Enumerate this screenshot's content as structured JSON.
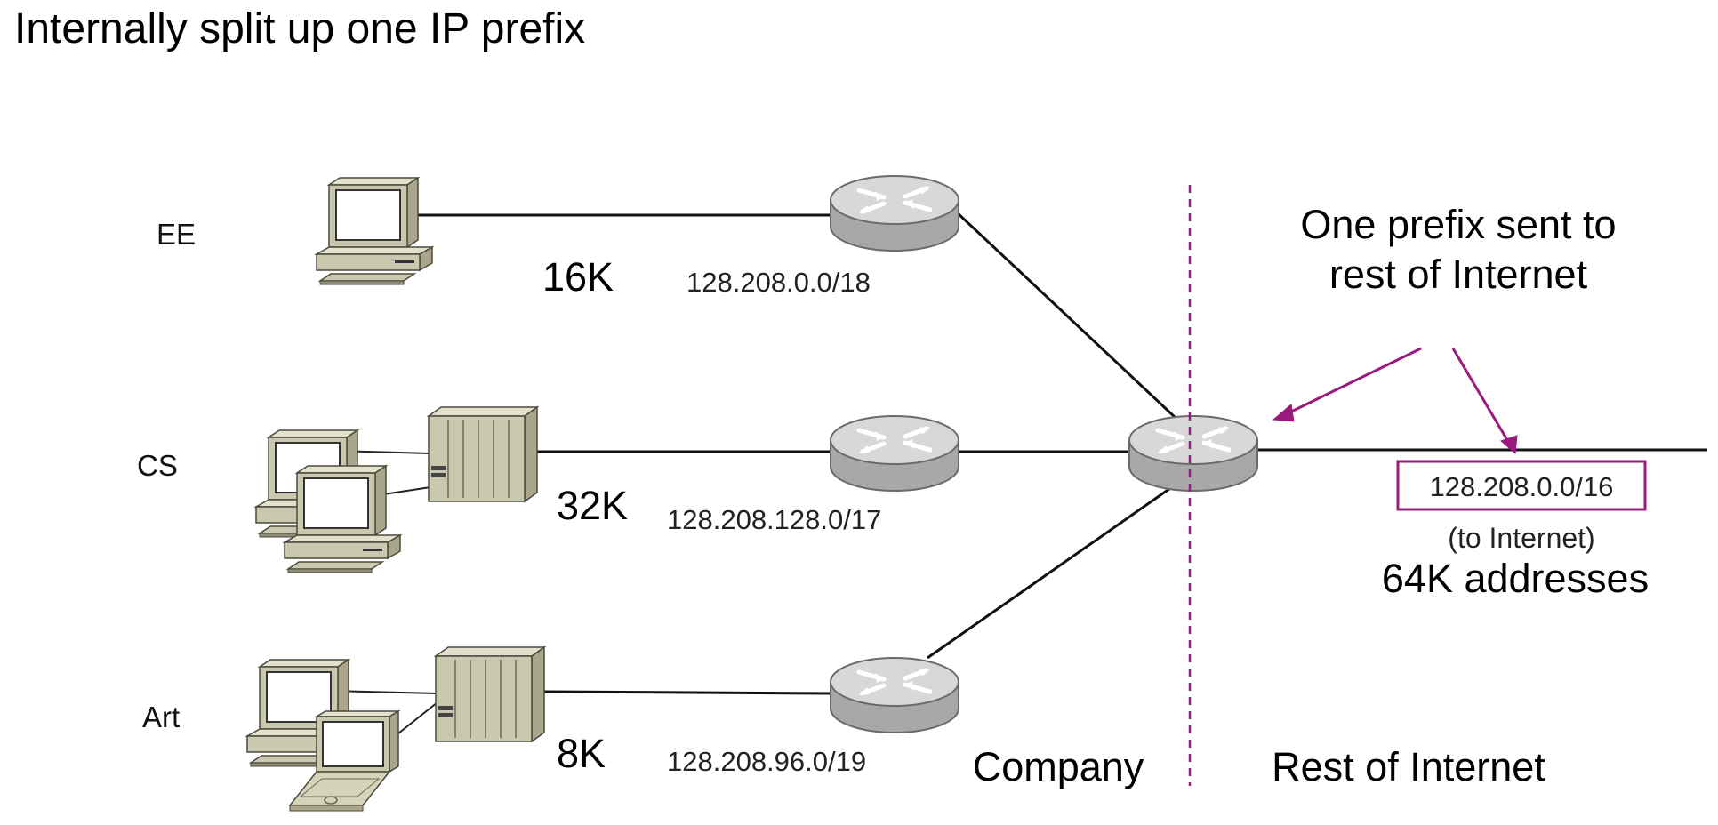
{
  "title": "Internally split up one IP prefix",
  "departments": [
    {
      "name": "EE",
      "size": "16K",
      "prefix": "128.208.0.0/18"
    },
    {
      "name": "CS",
      "size": "32K",
      "prefix": "128.208.128.0/17"
    },
    {
      "name": "Art",
      "size": "8K",
      "prefix": "128.208.96.0/19"
    }
  ],
  "annotation": {
    "line1": "One prefix sent to",
    "line2": "rest of Internet"
  },
  "external": {
    "prefix": "128.208.0.0/16",
    "note": "(to Internet)",
    "addresses": "64K addresses"
  },
  "regions": {
    "company": "Company",
    "rest": "Rest of Internet"
  },
  "colors": {
    "accent": "#9b1a7e",
    "router_top": "#d4d4d4",
    "router_body": "#a6a6a6",
    "equipment": "#cbc8b0",
    "line": "#111111"
  },
  "icons": [
    "desktop-computer-icon",
    "laptop-computer-icon",
    "switch-icon",
    "router-icon"
  ]
}
